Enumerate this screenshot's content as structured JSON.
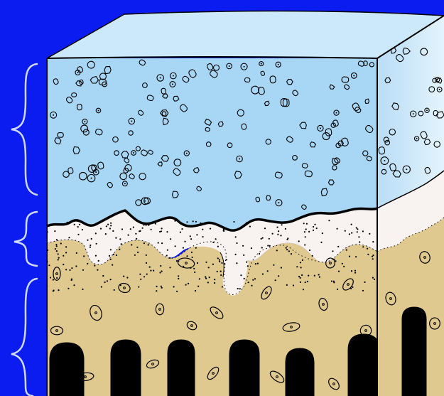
{
  "figure": {
    "subject": "block-section-cartilage-bone",
    "layers": [
      {
        "name": "hyaline-cartilage-zone",
        "fill": "#a8d6f5"
      },
      {
        "name": "calcified-cartilage-zone",
        "fill": "#f8f2f0"
      },
      {
        "name": "subchondral-bone-zone",
        "fill": "#dfc98f"
      }
    ],
    "colors": {
      "background": "#0a1cf0",
      "brace": "#cfd9ff",
      "outline": "#000000",
      "top-face": "#cbe9fb",
      "side-face": "#d6ecfa"
    },
    "labels": []
  }
}
